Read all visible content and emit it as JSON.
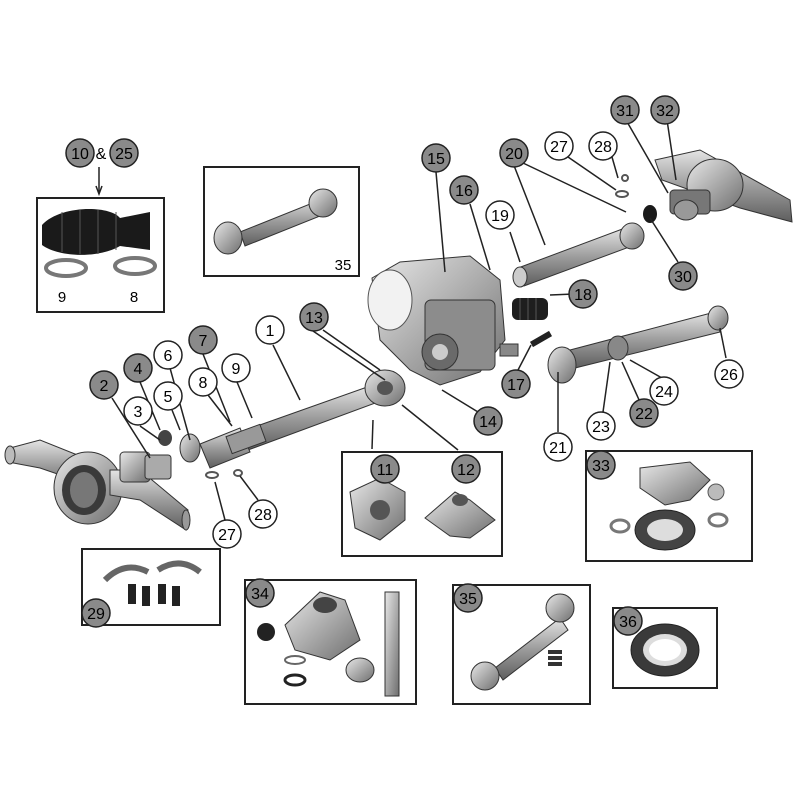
{
  "callouts": [
    {
      "id": "1",
      "style": "open"
    },
    {
      "id": "2",
      "style": "filled"
    },
    {
      "id": "3",
      "style": "open"
    },
    {
      "id": "4",
      "style": "filled"
    },
    {
      "id": "5",
      "style": "open"
    },
    {
      "id": "6",
      "style": "open"
    },
    {
      "id": "7",
      "style": "filled"
    },
    {
      "id": "8",
      "style": "open"
    },
    {
      "id": "9",
      "style": "open"
    },
    {
      "id": "10",
      "style": "filled"
    },
    {
      "id": "11",
      "style": "filled"
    },
    {
      "id": "12",
      "style": "filled"
    },
    {
      "id": "13",
      "style": "filled"
    },
    {
      "id": "14",
      "style": "filled"
    },
    {
      "id": "15",
      "style": "filled"
    },
    {
      "id": "16",
      "style": "filled"
    },
    {
      "id": "17",
      "style": "filled"
    },
    {
      "id": "18",
      "style": "filled"
    },
    {
      "id": "19",
      "style": "open"
    },
    {
      "id": "20",
      "style": "filled"
    },
    {
      "id": "21",
      "style": "open"
    },
    {
      "id": "22",
      "style": "filled"
    },
    {
      "id": "23",
      "style": "open"
    },
    {
      "id": "24",
      "style": "open"
    },
    {
      "id": "25",
      "style": "filled"
    },
    {
      "id": "26",
      "style": "open"
    },
    {
      "id": "27",
      "style": "open"
    },
    {
      "id": "28",
      "style": "open"
    },
    {
      "id": "29",
      "style": "filled"
    },
    {
      "id": "30",
      "style": "filled"
    },
    {
      "id": "31",
      "style": "filled"
    },
    {
      "id": "32",
      "style": "filled"
    },
    {
      "id": "33",
      "style": "filled"
    },
    {
      "id": "34",
      "style": "filled"
    },
    {
      "id": "35",
      "style": "filled"
    },
    {
      "id": "36",
      "style": "filled"
    }
  ],
  "ampersand": "&",
  "boot_box": {
    "label_left": "9",
    "label_right": "8"
  },
  "driveshaft_box": {
    "label": "35"
  },
  "colors": {
    "filled": "#8a8a8a",
    "stroke": "#222222",
    "part": "#9a9a9a",
    "part_dark": "#555555",
    "part_light": "#cfcfcf"
  }
}
